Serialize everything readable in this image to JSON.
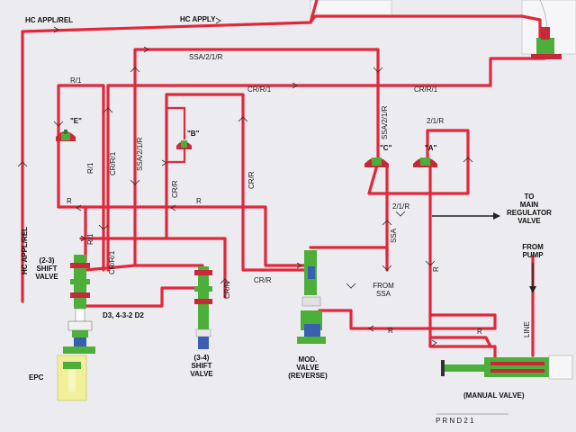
{
  "labels": {
    "hc_appl_rel_top": "HC APPL/REL",
    "hc_apply": "HC APPLY",
    "ssa_2_1_r_top": "SSA/2/1/R",
    "r_1_top": "R/1",
    "cr_r_1_mid": "CR/R/1",
    "cr_r_1_right": "CR/R/1",
    "e_valve": "\"E\"",
    "b_valve": "\"B\"",
    "c_valve": "\"C\"",
    "a_valve": "\"A\"",
    "ssa_2_1_r_vert": "SSA/2/1/R",
    "two_1_r_a": "2/1/R",
    "r_1_vert": "R/1",
    "cr_r_1_vert": "CR/R/1",
    "ssa_2_1_r_vert_left": "SSA/2/1/R",
    "cr_r_vert_a": "CR/R",
    "cr_r_vert_b": "CR/R",
    "r_left": "R",
    "r_mid": "R",
    "two_1_r_b": "2/1/R",
    "to_main_regulator": "TO\nMAIN\nREGULATOR\nVALVE",
    "hc_appl_rel_vert": "HC APPL/REL",
    "r_1_low": "R/1",
    "cr_r_1_low": "CR/R/1",
    "shift_23": "(2-3)\nSHIFT\nVALVE",
    "cr_r_low": "CR/R",
    "cr_r_vert_c": "CR/R",
    "ssa_vert": "SSA",
    "from_pump": "FROM\nPUMP",
    "r_vert_right": "R",
    "from_ssa": "FROM\nSSA",
    "d3_label": "D3, 4-3-2 D2",
    "line": "LINE",
    "r_low_a": "R",
    "r_low_b": "R",
    "shift_34": "(3-4)\nSHIFT\nVALVE",
    "mod_valve": "MOD.\nVALVE\n(REVERSE)",
    "epc": "EPC",
    "manual_valve": "(MANUAL VALVE)",
    "prnd": "P R N D 2 1"
  },
  "colors": {
    "pipe": "#e0283a",
    "valve_green": "#4caf3a",
    "solenoid_red": "#c8283a",
    "epc_yellow": "#f2ef9a",
    "spool_blue": "#3a5fb0",
    "background": "#ececf0"
  }
}
